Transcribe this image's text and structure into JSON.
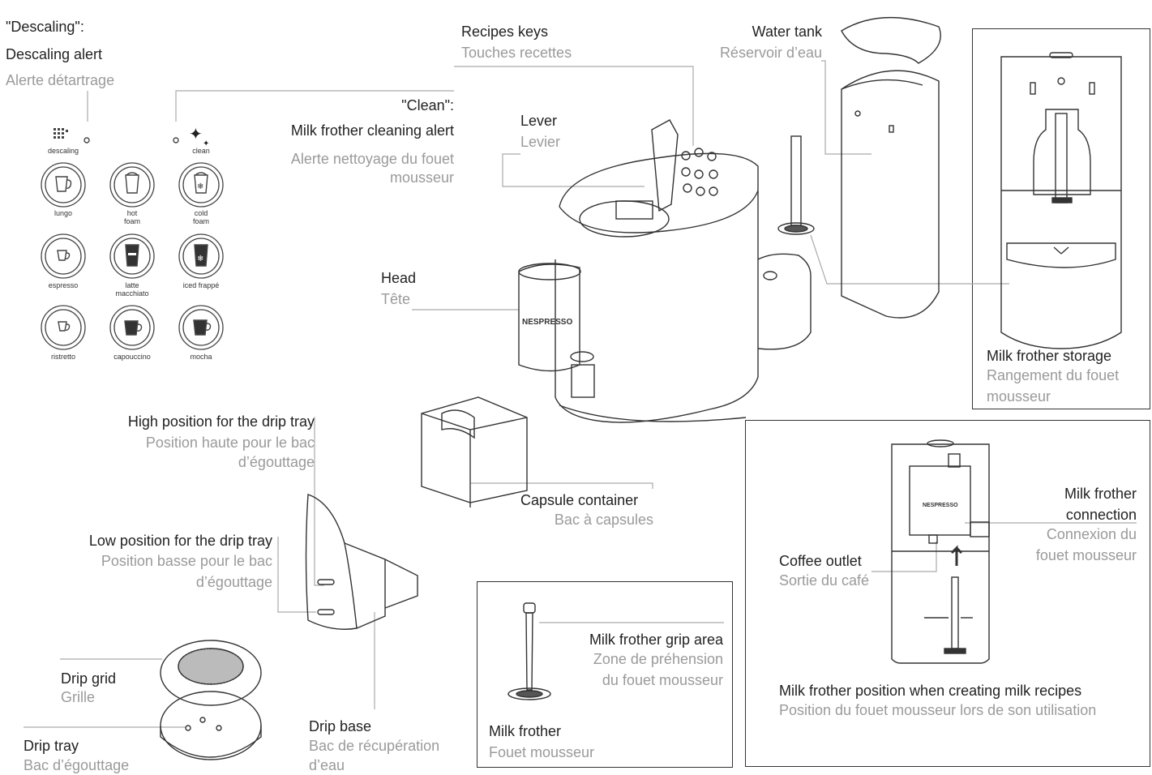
{
  "descaling": {
    "title": "\"Descaling\":",
    "en": "Descaling alert",
    "fr": "Alerte détartrage"
  },
  "clean": {
    "title": "\"Clean\":",
    "en": "Milk frother cleaning alert",
    "fr1": "Alerte nettoyage du fouet",
    "fr2": "mousseur"
  },
  "panel_icons": {
    "descaling": "descaling",
    "clean": "clean",
    "buttons": [
      {
        "label": "lungo"
      },
      {
        "label": "hot\nfoam"
      },
      {
        "label": "cold\nfoam"
      },
      {
        "label": "espresso"
      },
      {
        "label": "latte\nmacchiato"
      },
      {
        "label": "iced frappé"
      },
      {
        "label": "ristretto"
      },
      {
        "label": "capouccino"
      },
      {
        "label": "mocha"
      }
    ]
  },
  "recipes": {
    "en": "Recipes keys",
    "fr": "Touches recettes"
  },
  "water": {
    "en": "Water tank",
    "fr": "Réservoir d’eau"
  },
  "lever": {
    "en": "Lever",
    "fr": "Levier"
  },
  "head": {
    "en": "Head",
    "fr": "Tête"
  },
  "storage": {
    "en": "Milk frother storage",
    "fr1": "Rangement du fouet",
    "fr2": "mousseur"
  },
  "high": {
    "en": "High position for the drip tray",
    "fr1": "Position haute pour le bac",
    "fr2": "d’égouttage"
  },
  "low": {
    "en": "Low position for the drip tray",
    "fr1": "Position basse pour le bac",
    "fr2": "d’égouttage"
  },
  "capsule": {
    "en": "Capsule container",
    "fr": "Bac à capsules"
  },
  "connection": {
    "en1": "Milk frother",
    "en2": "connection",
    "fr1": "Connexion du",
    "fr2": "fouet mousseur"
  },
  "outlet": {
    "en": "Coffee outlet",
    "fr": "Sortie du café"
  },
  "grip": {
    "en": "Milk frother grip area",
    "fr1": "Zone de préhension",
    "fr2": "du fouet mousseur"
  },
  "frother": {
    "en": "Milk frother",
    "fr": "Fouet mousseur"
  },
  "position": {
    "en": "Milk frother position when creating milk recipes",
    "fr": "Position du fouet mousseur lors de son utilisation"
  },
  "grid": {
    "en": "Drip grid",
    "fr": "Grille"
  },
  "tray": {
    "en": "Drip tray",
    "fr": "Bac d’égouttage"
  },
  "base": {
    "en": "Drip base",
    "fr1": "Bac de récupération",
    "fr2": "d’eau"
  },
  "brand": "NESPRESSO"
}
